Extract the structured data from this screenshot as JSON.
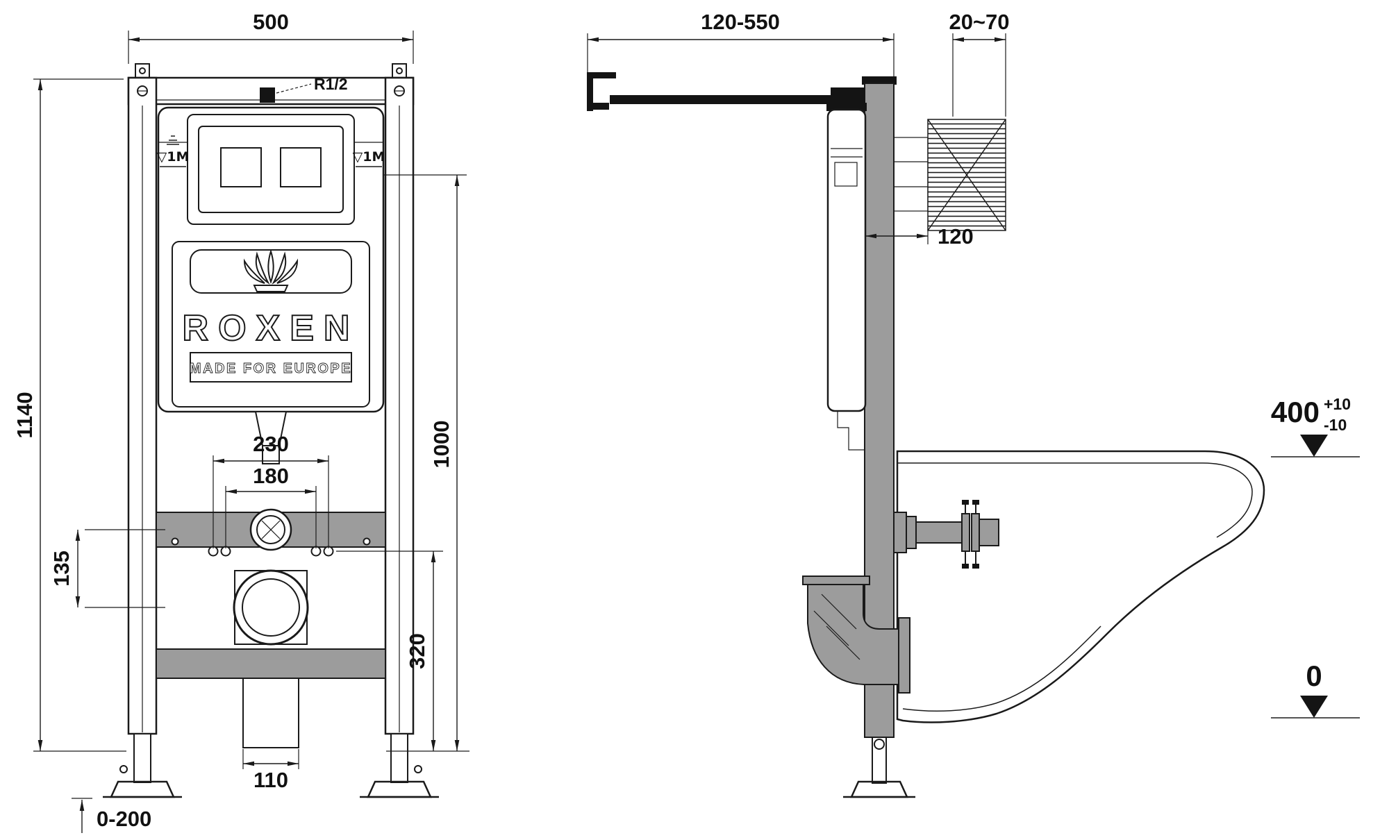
{
  "front_view": {
    "brand": "ROXEN",
    "tagline": "MADE FOR EUROPE",
    "inlet_thread": "R1/2",
    "water_level_left": "▽1M",
    "water_level_right": "▽1M",
    "dim_frame_width": "500",
    "dim_frame_height": "1140",
    "dim_flush_height": "1000",
    "dim_fixing_outer": "230",
    "dim_fixing_inner": "180",
    "dim_offset": "135",
    "dim_drain_height": "320",
    "dim_outlet_width": "110",
    "dim_foot_range": "0-200"
  },
  "side_view": {
    "dim_bracket_range": "120-550",
    "dim_wall_finish": "20~70",
    "dim_frame_depth": "120",
    "seat_height": "400",
    "seat_tolerance_plus": "+10",
    "seat_tolerance_minus": "-10",
    "floor_level": "0"
  }
}
